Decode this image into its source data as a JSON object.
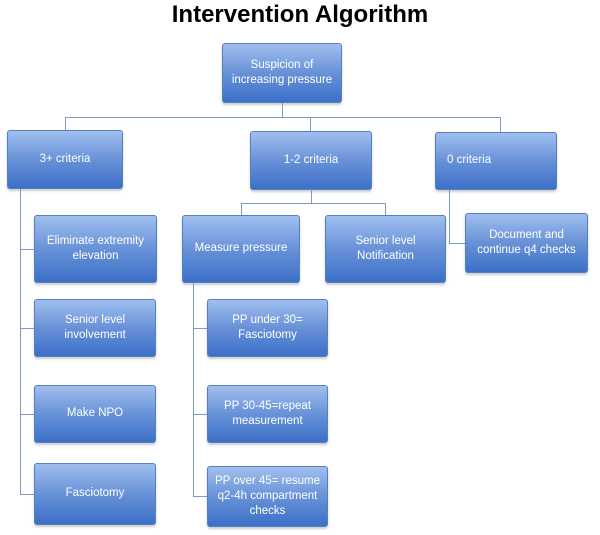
{
  "title": "Intervention Algorithm",
  "colors": {
    "background": "#ffffff",
    "title": "#000000",
    "box_gradient_top": "#a0bfef",
    "box_gradient_mid": "#6a93d8",
    "box_gradient_bottom": "#3b70c8",
    "box_border": "#5580c2",
    "box_text": "#ffffff",
    "connector": "#7b9ac8"
  },
  "nodes": {
    "suspicion": {
      "label": "Suspicion of\nincreasing pressure"
    },
    "criteria_3plus": {
      "label": "3+ criteria"
    },
    "criteria_1_2": {
      "label": "1-2 criteria"
    },
    "criteria_0": {
      "label": "0 criteria"
    },
    "eliminate": {
      "label": "Eliminate extremity\nelevation"
    },
    "measure": {
      "label": "Measure pressure"
    },
    "senior_notif": {
      "label": "Senior level\nNotification"
    },
    "document_q4": {
      "label": "Document and\ncontinue q4 checks"
    },
    "senior_inv": {
      "label": "Senior level\ninvolvement"
    },
    "pp_under_30": {
      "label": "PP under 30=\nFasciotomy"
    },
    "make_npo": {
      "label": "Make NPO"
    },
    "pp_30_45": {
      "label": "PP 30-45=repeat\nmeasurement"
    },
    "fasciotomy": {
      "label": "Fasciotomy"
    },
    "pp_over_45": {
      "label": "PP over 45= resume\nq2-4h compartment\nchecks"
    }
  }
}
